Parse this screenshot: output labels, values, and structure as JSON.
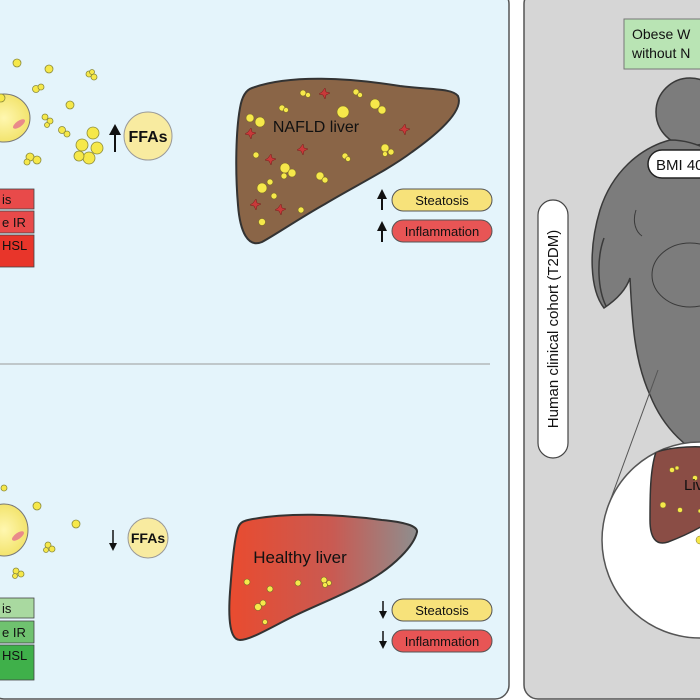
{
  "top_panel": {
    "ffas_label": "FFAs",
    "liver_label": "NAFLD liver",
    "tags_left": [
      "is",
      "e IR",
      "HSL"
    ],
    "outcomes": [
      "Steatosis",
      "Inflammation"
    ]
  },
  "bottom_panel": {
    "ffas_label": "FFAs",
    "liver_label": "Healthy liver",
    "tags_left": [
      "is",
      "e IR",
      "HSL"
    ],
    "outcomes": [
      "Steatosis",
      "Inflammation"
    ]
  },
  "right_panel": {
    "cohort_label": "Human clinical cohort (T2DM)",
    "group_line1": "Obese W",
    "group_line2": "without N",
    "bmi_label": "BMI 40",
    "zoom_liver_label": "Liv"
  },
  "colors": {
    "panel_bg": "#e4f4fb",
    "right_bg": "#d6d6d6",
    "nafld_liver": "#8a6547",
    "fat_droplet": "#f6e84a",
    "red_tag": "#e84a4a",
    "green_tag": "#6fc26f",
    "steatosis_pill": "#f7e27a",
    "inflammation_pill": "#e85555",
    "silhouette": "#7c7c7c",
    "green_box": "#b9e4b4"
  },
  "icons": [
    "fat-cell-icon",
    "fat-droplet-icon",
    "up-arrow-icon",
    "down-arrow-icon",
    "liver-icon",
    "person-silhouette-icon",
    "magnifier-circle-icon"
  ]
}
